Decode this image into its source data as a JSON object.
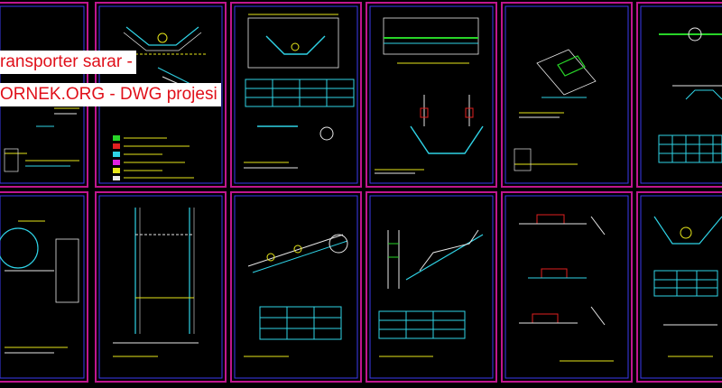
{
  "title_banner": {
    "line1": "ransporter sarar -",
    "line2": "ORNEK.ORG - DWG projesi"
  },
  "colors": {
    "background": "#000000",
    "sheet_frame": "#c0168f",
    "inner_frame": "#3a3af0",
    "line_cyan": "#2fd3e6",
    "line_yellow": "#e6e61a",
    "line_green": "#28d428",
    "line_white": "#e6e6e6",
    "line_red": "#e02020",
    "line_magenta": "#e020e0",
    "banner_text": "#e0101a",
    "banner_bg": "#ffffff"
  },
  "sheets": [
    {
      "id": "sheet-r1c1",
      "drawing": "conveyor-end-detail"
    },
    {
      "id": "sheet-r1c2",
      "drawing": "idler-trough-legend"
    },
    {
      "id": "sheet-r1c3",
      "drawing": "idler-section-table"
    },
    {
      "id": "sheet-r1c4",
      "drawing": "belt-cross-section"
    },
    {
      "id": "sheet-r1c5",
      "drawing": "chute-detail"
    },
    {
      "id": "sheet-r1c6",
      "drawing": "roller-grid-table"
    },
    {
      "id": "sheet-r2c1",
      "drawing": "drive-pulley-detail"
    },
    {
      "id": "sheet-r2c2",
      "drawing": "frame-elevation"
    },
    {
      "id": "sheet-r2c3",
      "drawing": "inclined-belt-table"
    },
    {
      "id": "sheet-r2c4",
      "drawing": "ladder-incline"
    },
    {
      "id": "sheet-r2c5",
      "drawing": "bracket-details"
    },
    {
      "id": "sheet-r2c6",
      "drawing": "return-idler-table"
    }
  ]
}
